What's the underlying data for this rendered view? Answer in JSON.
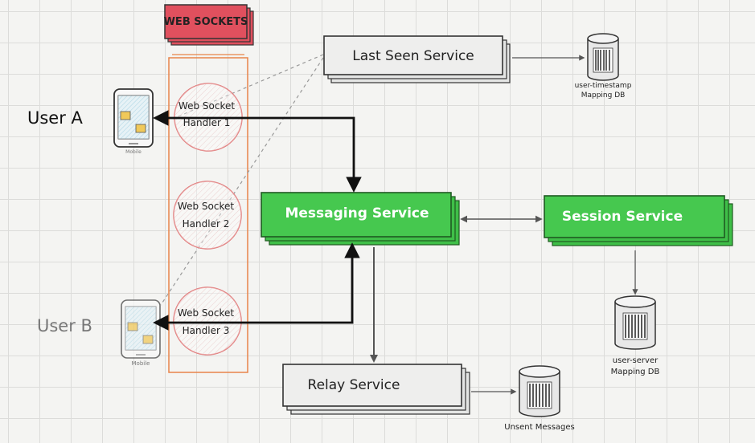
{
  "title": "WEB SOCKETS",
  "users": {
    "a": {
      "label": "User A",
      "device_caption": "Mobile"
    },
    "b": {
      "label": "User B",
      "device_caption": "Mobile"
    }
  },
  "handlers": [
    {
      "line1": "Web Socket",
      "line2": "Handler 1"
    },
    {
      "line1": "Web Socket",
      "line2": "Handler 2"
    },
    {
      "line1": "Web Socket",
      "line2": "Handler 3"
    }
  ],
  "services": {
    "last_seen": "Last Seen Service",
    "messaging": "Messaging Service",
    "session": "Session Service",
    "relay": "Relay Service"
  },
  "databases": {
    "user_timestamp": {
      "line1": "user-timestamp",
      "line2": "Mapping DB"
    },
    "user_server": {
      "line1": "user-server",
      "line2": "Mapping DB"
    },
    "unsent": {
      "line1": "Unsent Messages"
    }
  },
  "colors": {
    "green": "#3fbf48",
    "red_title": "#e0505e",
    "orange": "#e8834a",
    "pink_circle": "#e07a7a",
    "grey_box": "#e4e5e4"
  }
}
